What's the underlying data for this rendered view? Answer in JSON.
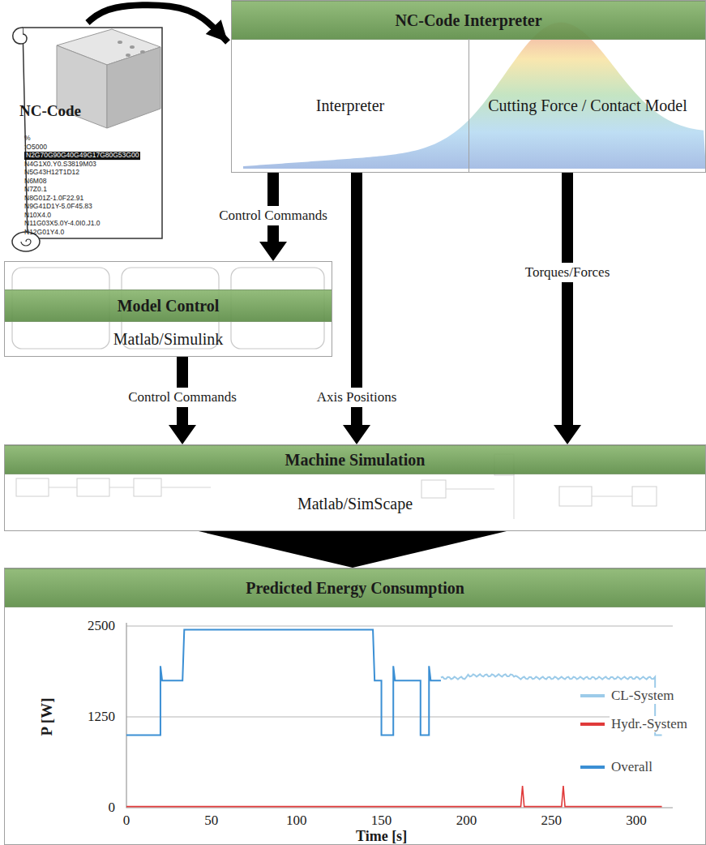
{
  "diagram": {
    "nodes": [
      {
        "text": [
          "NC-Code"
        ]
      },
      {
        "text": [
          "NC-Code Interpreter"
        ]
      },
      {
        "text": [
          "Interpreter"
        ],
        "in": 1
      },
      {
        "text": [
          "Cutting Force / Contact Model"
        ],
        "in": 1
      },
      {
        "text": [
          "Model Control",
          "Matlab/Simulink"
        ]
      },
      {
        "text": [
          "Machine Simulation",
          "Matlab/SimScape"
        ]
      },
      {
        "text": [
          "Predicted Energy Consumption"
        ]
      }
    ],
    "edges": [
      {
        "from": 0,
        "to": 1,
        "arrow": "to"
      },
      {
        "from": 2,
        "to": 4,
        "label": "Control Commands",
        "arrow": "to"
      },
      {
        "from": 4,
        "to": 5,
        "label": "Control Commands",
        "arrow": "to"
      },
      {
        "from": 2,
        "to": 5,
        "label": "Axis Positions",
        "arrow": "to"
      },
      {
        "from": 3,
        "to": 5,
        "label": "Torques/Forces",
        "arrow": "to"
      },
      {
        "from": 5,
        "to": 6,
        "arrow": "to"
      }
    ],
    "labels": [
      "%",
      ":O5000",
      "N2G70G90G40G49G17G80G53G00",
      "N4G1X0.Y0.S3819M03",
      "N5G43H12T1D12",
      "N6M08",
      "N7Z0.1",
      "N8G01Z-1.0F22.91",
      "N9G41D1Y-5.0F45.83",
      "N10X4.0",
      "N11G03X5.0Y-4.0I0.J1.0",
      "N12G01Y4.0",
      "2500",
      "1250",
      "0",
      "0",
      "50",
      "100",
      "150",
      "200",
      "250",
      "300",
      "P [W]",
      "Time [s]"
    ],
    "legend": [
      {
        "text": "CL-System",
        "color": "#9ccbe9"
      },
      {
        "text": "Hydr.-System",
        "color": "#e03a3a"
      },
      {
        "text": "Overall",
        "color": "#3b8fd4"
      }
    ]
  }
}
